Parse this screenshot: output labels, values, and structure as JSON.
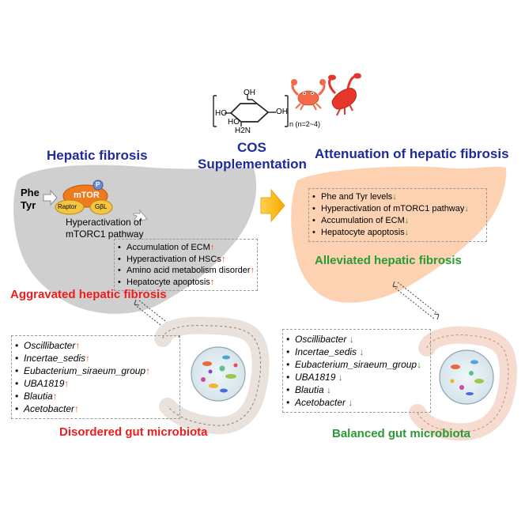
{
  "top": {
    "chem_n": "n (n=2~4)",
    "chem_labels": {
      "oh1": "OH",
      "oh2": "HO",
      "oh3": "HO",
      "oh4": "OH",
      "nh2": "H2N"
    },
    "cos_line1": "COS",
    "cos_line2": "Supplementation"
  },
  "left": {
    "title": "Hepatic fibrosis",
    "phe": "Phe",
    "tyr": "Tyr",
    "mtor": "mTOR",
    "p_label": "P",
    "raptor": "Raptor",
    "gbl": "GβL",
    "hyper_line1": "Hyperactivation of",
    "hyper_line2": "mTORC1 pathway",
    "items": [
      "Accumulation of ECM",
      "Hyperactivation of HSCs",
      "Amino acid metabolism disorder",
      "Hepatocyte apoptosis"
    ],
    "up_arrow": "↑",
    "aggravated": "Aggravated hepatic fibrosis",
    "microbes": [
      "Oscillibacter",
      "Incertae_sedis",
      "Eubacterium_siraeum_group",
      "UBA1819",
      "Blautia",
      "Acetobacter"
    ],
    "disordered": "Disordered gut microbiota"
  },
  "right": {
    "title": "Attenuation of hepatic fibrosis",
    "items": [
      "Phe and Tyr levels",
      "Hyperactivation of mTORC1 pathway",
      "Accumulation of ECM",
      "Hepatocyte apoptosis"
    ],
    "down_arrow": "↓",
    "alleviated": "Alleviated hepatic fibrosis",
    "microbes": [
      "Oscillibacter",
      "Incertae_sedis",
      "Eubacterium_siraeum_group",
      "UBA1819",
      "Blautia",
      "Acetobacter"
    ],
    "balanced": "Balanced gut microbiota"
  },
  "colors": {
    "navy": "#1f2a9c",
    "red": "#ee1c1c",
    "green": "#2a9a35",
    "liver_left": "#cfcfcf",
    "liver_right": "#fcd2b3",
    "mtor": "#f07a1e",
    "raptor": "#f4c542",
    "arrow": "#f5b800",
    "arrow_up": "#e0561a",
    "arrow_down": "#2f8f3a"
  }
}
